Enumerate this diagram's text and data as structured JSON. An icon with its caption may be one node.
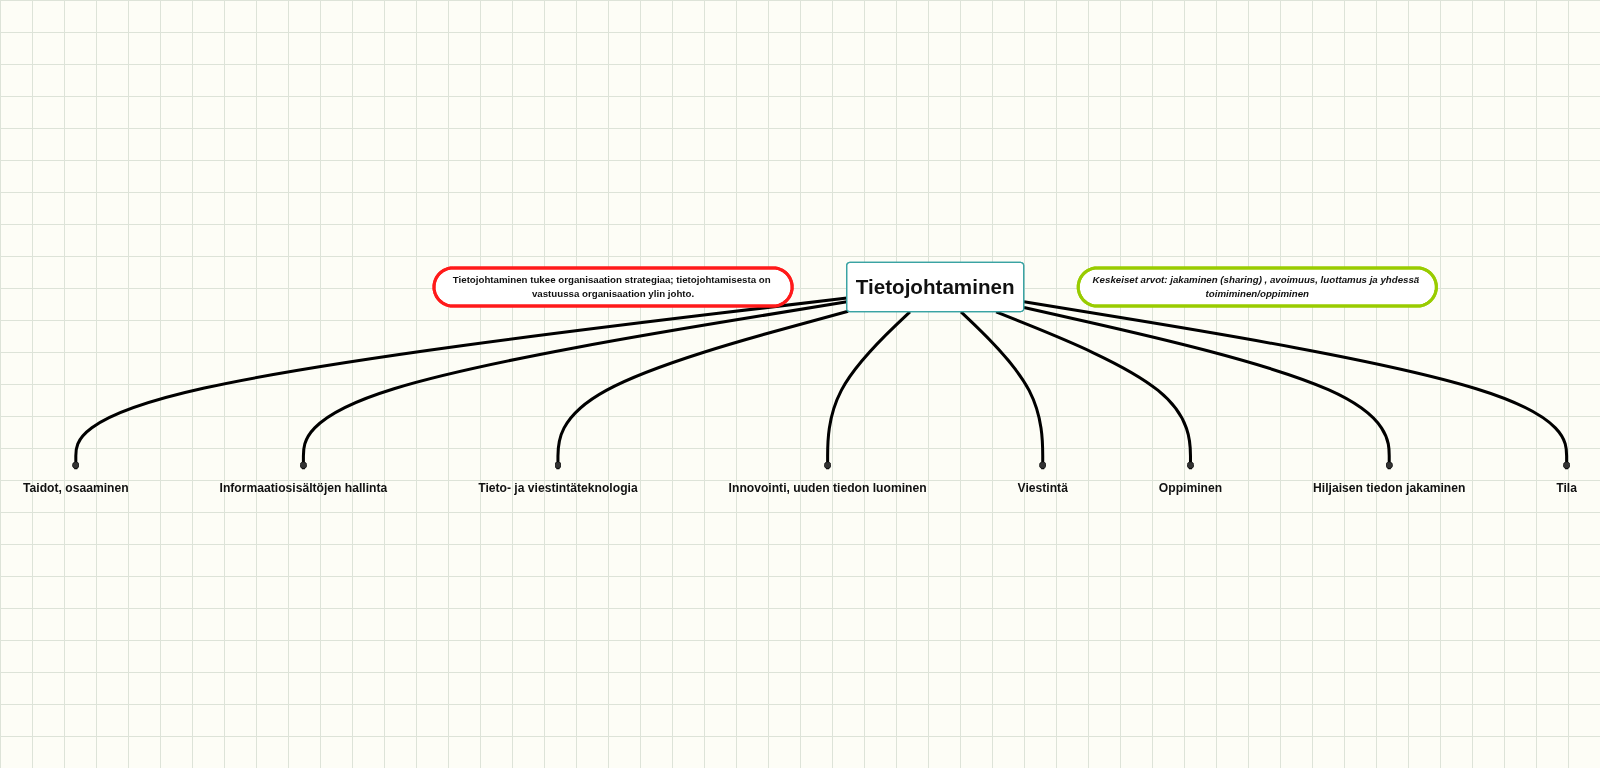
{
  "diagram": {
    "nodes": [
      {
        "text": [
          "Tietojohtaminen"
        ]
      },
      {
        "text": [
          "Taidot, osaaminen"
        ]
      },
      {
        "text": [
          "Informaatiosisältöjen hallinta"
        ]
      },
      {
        "text": [
          "Tieto- ja viestintäteknologia"
        ]
      },
      {
        "text": [
          "Innovointi, uuden tiedon luominen"
        ]
      },
      {
        "text": [
          "Viestintä"
        ]
      },
      {
        "text": [
          "Oppiminen"
        ]
      },
      {
        "text": [
          "Hiljaisen tiedon jakaminen"
        ]
      },
      {
        "text": [
          "Tila"
        ]
      },
      {
        "text": [
          "Tietojohtaminen tukee organisaation strategiaa; tietojohtamisesta on vastuussa organisaation ylin johto."
        ]
      },
      {
        "text": [
          "Keskeiset arvot: jakaminen (sharing) , avoimuus, luottamus ja yhdessä toimiminen/oppiminen"
        ]
      }
    ],
    "edges": [
      {
        "from": 0,
        "to": 1,
        "arrow": "other"
      },
      {
        "from": 0,
        "to": 2,
        "arrow": "other"
      },
      {
        "from": 0,
        "to": 3,
        "arrow": "other"
      },
      {
        "from": 0,
        "to": 4,
        "arrow": "other"
      },
      {
        "from": 0,
        "to": 5,
        "arrow": "other"
      },
      {
        "from": 0,
        "to": 6,
        "arrow": "other"
      },
      {
        "from": 0,
        "to": 7,
        "arrow": "other"
      },
      {
        "from": 0,
        "to": 8,
        "arrow": "other"
      }
    ]
  }
}
